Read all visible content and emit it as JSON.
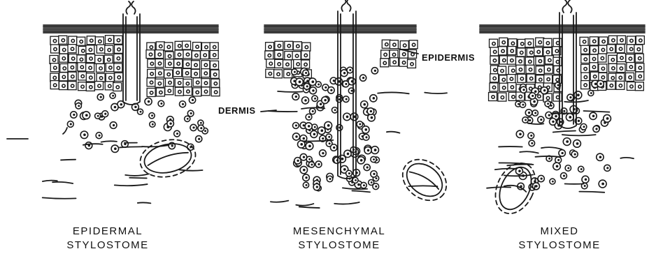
{
  "labels": {
    "epidermis": "EPIDERMIS",
    "dermis": "DERMIS"
  },
  "panels": [
    {
      "id": "epidermal",
      "caption_line1": "EPIDERMAL",
      "caption_line2": "STYLOSTOME"
    },
    {
      "id": "mesenchymal",
      "caption_line1": "MESENCHYMAL",
      "caption_line2": "STYLOSTOME"
    },
    {
      "id": "mixed",
      "caption_line1": "MIXED",
      "caption_line2": "STYLOSTOME"
    }
  ],
  "colors": {
    "ink": "#1a1a1a",
    "paper": "#ffffff"
  }
}
